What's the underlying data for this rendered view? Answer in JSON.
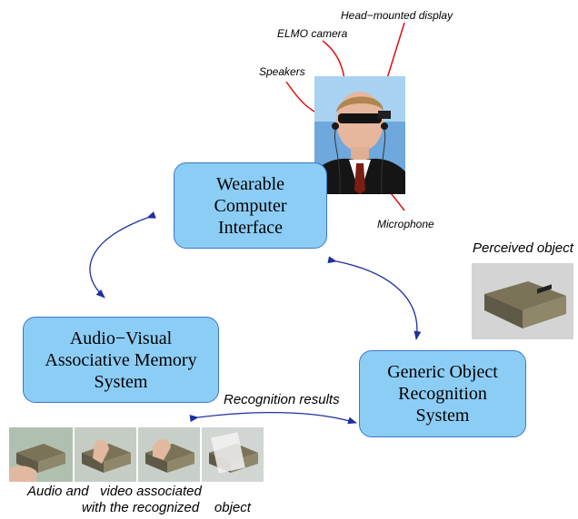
{
  "colors": {
    "box_fill": "#8ccdf5",
    "box_border": "#3b78c8",
    "connector": "#1f2fa0",
    "pointer_arrow": "#e01010"
  },
  "nodes": {
    "wearable": [
      "Wearable",
      "Computer",
      "Interface"
    ],
    "memory": [
      "Audio−Visual",
      "Associative Memory",
      "System"
    ],
    "recognition": [
      "Generic Object",
      "Recognition",
      "System"
    ]
  },
  "labels": {
    "head_mounted_display": "Head−mounted display",
    "elmo_camera": "ELMO camera",
    "speakers": "Speakers",
    "microphone": "Microphone",
    "perceived_object": "Perceived object",
    "recognition_results": "Recognition results",
    "caption_line1": "Audio and   video associated",
    "caption_line2": "with the recognized    object"
  },
  "icons": {
    "person_photo": "person-wearing-hmd-photo",
    "object_photo": "perceived-object-box-photo",
    "sequence_photos": "hand-interaction-sequence-photos"
  }
}
